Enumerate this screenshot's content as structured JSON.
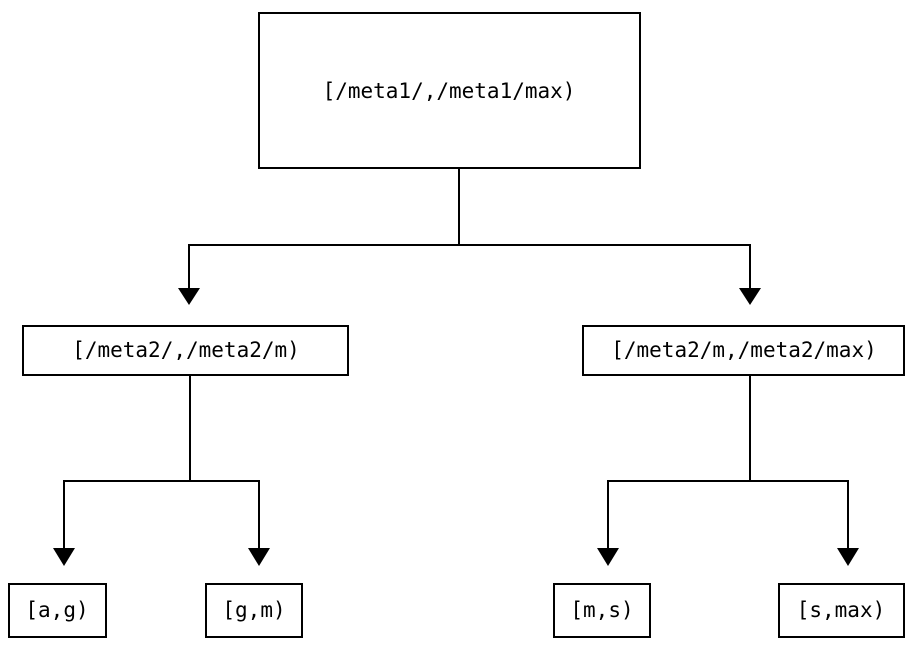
{
  "diagram": {
    "type": "tree",
    "title": "",
    "background_color": "#ffffff",
    "line_color": "#000000",
    "text_color": "#000000",
    "box_fill": "#ffffff",
    "levels": 3,
    "nodes": {
      "root": {
        "label": "[/meta1/,/meta1/max)",
        "level": 0
      },
      "mid_left": {
        "label": "[/meta2/,/meta2/m)",
        "level": 1
      },
      "mid_right": {
        "label": "[/meta2/m,/meta2/max)",
        "level": 1
      },
      "leaf_1": {
        "label": "[a,g)",
        "level": 2
      },
      "leaf_2": {
        "label": "[g,m)",
        "level": 2
      },
      "leaf_3": {
        "label": "[m,s)",
        "level": 2
      },
      "leaf_4": {
        "label": "[s,max)",
        "level": 2
      }
    },
    "edges": [
      {
        "from": "root",
        "to": "mid_left",
        "arrow": "down"
      },
      {
        "from": "root",
        "to": "mid_right",
        "arrow": "down"
      },
      {
        "from": "mid_left",
        "to": "leaf_1",
        "arrow": "down"
      },
      {
        "from": "mid_left",
        "to": "leaf_2",
        "arrow": "down"
      },
      {
        "from": "mid_right",
        "to": "leaf_3",
        "arrow": "down"
      },
      {
        "from": "mid_right",
        "to": "leaf_4",
        "arrow": "down"
      }
    ]
  }
}
